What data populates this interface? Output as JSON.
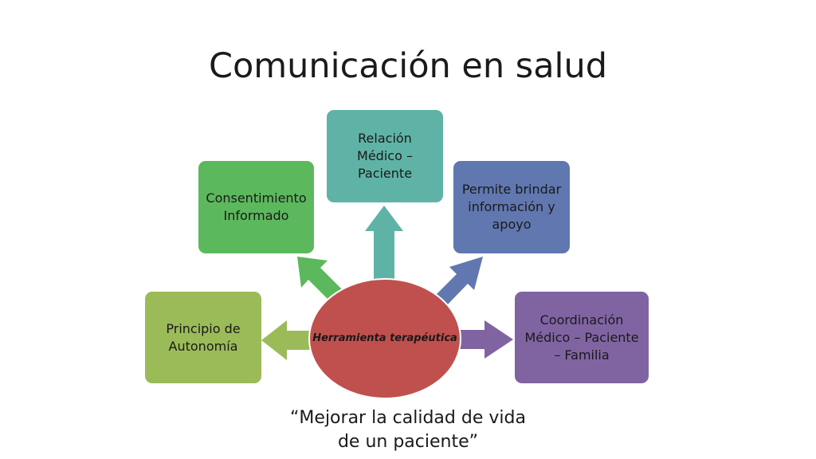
{
  "title": "Comunicación en salud",
  "center": {
    "label": "Herramienta terapéutica",
    "color": "#c0504d"
  },
  "nodes": [
    {
      "id": "autonomia",
      "label": "Principio de Autonomía",
      "color": "#9bbb59"
    },
    {
      "id": "consentimiento",
      "label": "Consentimiento Informado",
      "color": "#5cb85c"
    },
    {
      "id": "relacion",
      "label": "Relación Médico – Paciente",
      "color": "#5fb3a6"
    },
    {
      "id": "informacion",
      "label": "Permite brindar información y apoyo",
      "color": "#6077b0"
    },
    {
      "id": "coordinacion",
      "label": "Coordinación Médico – Paciente – Familia",
      "color": "#8064a2"
    }
  ],
  "quote": "“Mejorar la calidad de vida de un paciente”"
}
